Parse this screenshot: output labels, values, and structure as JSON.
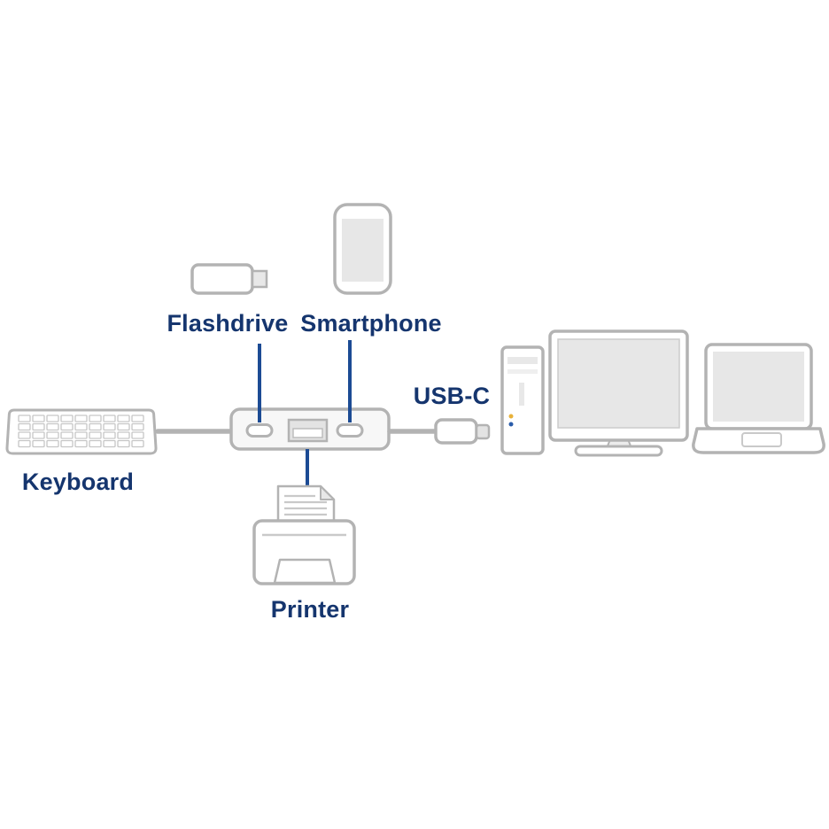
{
  "diagram": {
    "labels": {
      "flashdrive": "Flashdrive",
      "smartphone": "Smartphone",
      "keyboard": "Keyboard",
      "usbc": "USB-C",
      "printer": "Printer"
    },
    "colors": {
      "label_text": "#15356e",
      "connector_blue": "#1c4b94",
      "icon_stroke": "#b3b3b3",
      "icon_fill_light": "#eaeaea",
      "background": "#ffffff"
    },
    "icons": [
      "keyboard-icon",
      "flashdrive-icon",
      "smartphone-icon",
      "usb-hub-icon",
      "usb-c-plug-icon",
      "printer-icon",
      "desktop-tower-icon",
      "monitor-icon",
      "laptop-icon"
    ]
  }
}
